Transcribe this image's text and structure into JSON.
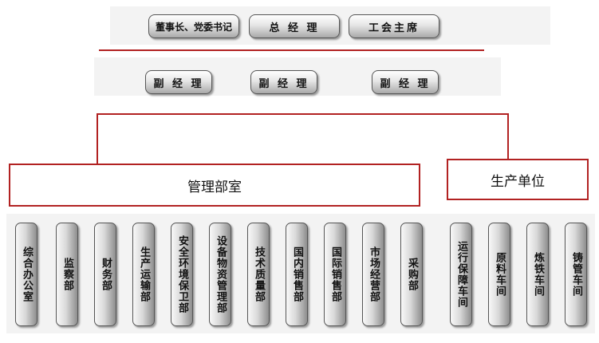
{
  "top_leaders": [
    "董事长、党委书记",
    "总 经 理",
    "工会主席"
  ],
  "deputies": [
    "副 经 理",
    "副 经 理",
    "副 经 理"
  ],
  "groups": {
    "management": "管理部室",
    "production": "生产单位"
  },
  "management_departments": [
    "综合办公室",
    "监察部",
    "财务部",
    "生产运输部",
    "安全环境保卫部",
    "设备物资管理部",
    "技术质量部",
    "国内销售部",
    "国际销售部",
    "市场经营部",
    "采购部"
  ],
  "production_units": [
    "运行保障车间",
    "原料车间",
    "炼铁车间",
    "铸管车间"
  ],
  "colors": {
    "line": "#b22222"
  }
}
